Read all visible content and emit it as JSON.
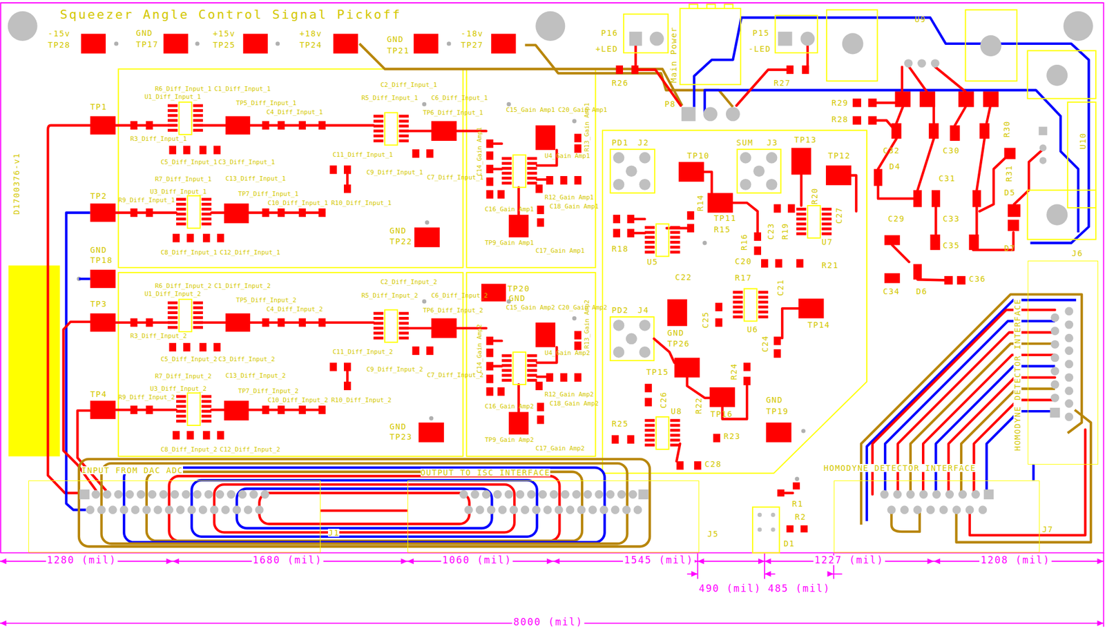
{
  "diagram": {
    "title": "Squeezer Angle Control Signal Pickoff",
    "nodes": [
      {
        "text": [
          "INPUT FROM DAC ADC",
          "J1"
        ]
      },
      {
        "text": [
          "OUTPUT TO ISC INTERFACE",
          "J5"
        ]
      },
      {
        "text": [
          "J6",
          "HOMODYNE DETECTOR INTERFACE"
        ]
      },
      {
        "text": [
          "HOMODYNE DETECTOR INTERFACE",
          "J7"
        ]
      }
    ],
    "edges": [
      {
        "from": 0,
        "to": 1,
        "arrow": "none"
      },
      {
        "from": 2,
        "to": 3,
        "arrow": "none"
      }
    ],
    "labels": [
      "-15v",
      "TP28",
      "GND",
      "TP17",
      "+15v",
      "TP25",
      "+18v",
      "TP24",
      "GND",
      "TP21",
      "-18v",
      "TP27",
      "D1700376-v1",
      "TP1",
      "TP2",
      "GND",
      "TP18",
      "TP3",
      "TP4",
      "R6_Diff_Input_1",
      "C1_Diff_Input_1",
      "U1_Diff_Input_1",
      "TP5_Diff_Input_1",
      "C4_Diff_Input_1",
      "R3_Diff_Input_1",
      "C5_Diff_Input_1",
      "C3_Diff_Input_1",
      "C13_Diff_Input_1",
      "R7_Diff_Input_1",
      "U3_Diff_Input_1",
      "R9_Diff_Input_1",
      "TP7_Diff_Input_1",
      "C10_Diff_Input_1",
      "R10_Diff_Input_1",
      "C8_Diff_Input_1",
      "C12_Diff_Input_1",
      "C2_Diff_Input_1",
      "R5_Diff_Input_1",
      "C6_Diff_Input_1",
      "TP6_Diff_Input_1",
      "C11_Diff_Input_1",
      "C9_Diff_Input_1",
      "C7_Diff_Input_1",
      "R6_Diff_Input_2",
      "C1_Diff_Input_2",
      "U1_Diff_Input_2",
      "TP5_Diff_Input_2",
      "C4_Diff_Input_2",
      "R3_Diff_Input_2",
      "C5_Diff_Input_2",
      "C3_Diff_Input_2",
      "C13_Diff_Input_2",
      "R7_Diff_Input_2",
      "U3_Diff_Input_2",
      "R9_Diff_Input_2",
      "TP7_Diff_Input_2",
      "C10_Diff_Input_2",
      "R10_Diff_Input_2",
      "C8_Diff_Input_2",
      "C12_Diff_Input_2",
      "C2_Diff_Input_2",
      "R5_Diff_Input_2",
      "C6_Diff_Input_2",
      "TP6_Diff_Input_2",
      "C11_Diff_Input_2",
      "C9_Diff_Input_2",
      "C7_Diff_Input_2",
      "C15_Gain Amp1",
      "C20_Gain Amp1",
      "C14_Gain Amp1",
      "U4_Gain Amp1",
      "R12_Gain Amp1",
      "C18_Gain Amp1",
      "C16_Gain Amp1",
      "TP9_Gain Amp1",
      "C17_Gain Amp1",
      "R13_Gain Amp1",
      "C15_Gain Amp2",
      "C20_Gain Amp2",
      "C14_Gain Amp2",
      "U4_Gain Amp2",
      "R12_Gain Amp2",
      "C18_Gain Amp2",
      "C16_Gain Amp2",
      "TP9_Gain Amp2",
      "C17_Gain Amp2",
      "R13_Gain Amp2",
      "GND",
      "TP22",
      "GND",
      "TP23",
      "TP20",
      "GND",
      "PD1",
      "J2",
      "SUM",
      "J3",
      "TP10",
      "TP13",
      "TP12",
      "TP11",
      "R14",
      "C23",
      "R19",
      "R20",
      "C27",
      "R15",
      "R16",
      "R18",
      "U5",
      "C22",
      "C20",
      "R17",
      "U7",
      "R21",
      "C21",
      "C25",
      "U6",
      "C24",
      "TP14",
      "PD2",
      "J4",
      "GND",
      "TP26",
      "TP15",
      "C26",
      "R22",
      "R24",
      "TP16",
      "GND",
      "TP19",
      "R25",
      "U8",
      "R23",
      "C28",
      "P16",
      "+LED",
      "P15",
      "-LED",
      "R26",
      "R27",
      "Main Power",
      "P8",
      "U9",
      "R29",
      "R28",
      "C32",
      "C30",
      "D4",
      "C31",
      "C29",
      "C33",
      "C35",
      "C34",
      "D6",
      "C36",
      "D5",
      "D7",
      "R30",
      "R31",
      "U10",
      "R1",
      "R2",
      "D1",
      "1280 (mil)",
      "1680 (mil)",
      "1060 (mil)",
      "1545 (mil)",
      "1227 (mil)",
      "1208 (mil)",
      "490 (mil)",
      "485 (mil)",
      "8000 (mil)"
    ]
  }
}
